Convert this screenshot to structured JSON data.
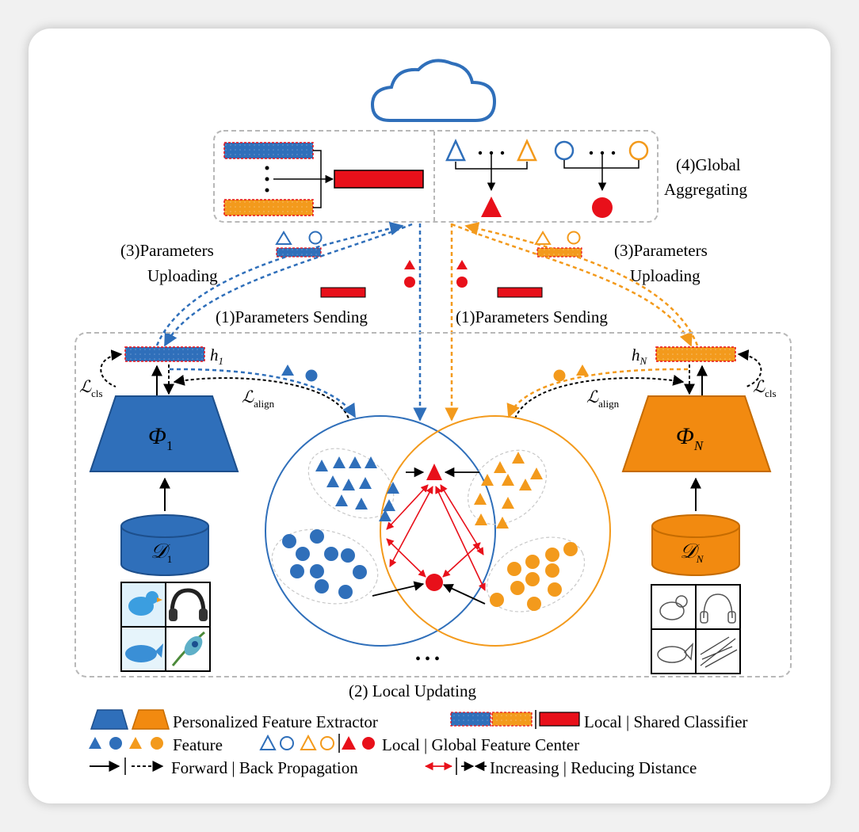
{
  "labels": {
    "global_aggregating_1": "(4)Global",
    "global_aggregating_2": "Aggregating",
    "params_uploading_1": "(3)Parameters",
    "params_uploading_2": "Uploading",
    "params_sending": "(1)Parameters Sending",
    "local_updating": "(2) Local Updating",
    "h1_base": "h",
    "h1_sub": "1",
    "hN_base": "h",
    "hN_sub": "N",
    "loss_base": "ℒ",
    "cls_sub": "cls",
    "align_sub": "align",
    "phi_base": "Φ",
    "phi1_sub": "1",
    "phiN_sub": "N",
    "d_base": "𝒟",
    "d1_sub": "1",
    "dN_sub": "N",
    "ellipsis": "• • •"
  },
  "legend": {
    "row1_left": "Personalized Feature Extractor",
    "row1_right": "Local | Shared Classifier",
    "row2_left": "Feature",
    "row2_right": "Local | Global Feature Center",
    "row3_left": "Forward | Back Propagation",
    "row3_right": "Increasing | Reducing Distance"
  },
  "colors": {
    "blue": "#2f6fba",
    "orange": "#f39a1c",
    "red": "#e8101a",
    "gray": "#b8b8b8"
  }
}
